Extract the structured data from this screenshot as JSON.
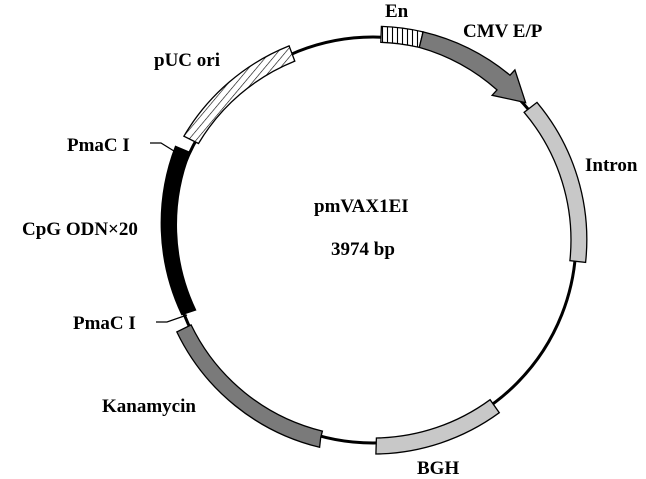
{
  "plasmid": {
    "name": "pmVAX1EI",
    "size": "3974 bp"
  },
  "features": {
    "en": "En",
    "cmv": "CMV E/P",
    "intron": "Intron",
    "bgh": "BGH",
    "kanamycin": "Kanamycin",
    "pmac_bottom": "PmaC I",
    "cpg": "CpG ODN×20",
    "pmac_top": "PmaC I",
    "puc": "pUC ori"
  },
  "colors": {
    "backbone": "#000000",
    "cmv": "#7a7a7a",
    "intron": "#c8c8c8",
    "bgh": "#c8c8c8",
    "kanamycin": "#7a7a7a",
    "cpg": "#000000",
    "hatch": "#000000"
  }
}
